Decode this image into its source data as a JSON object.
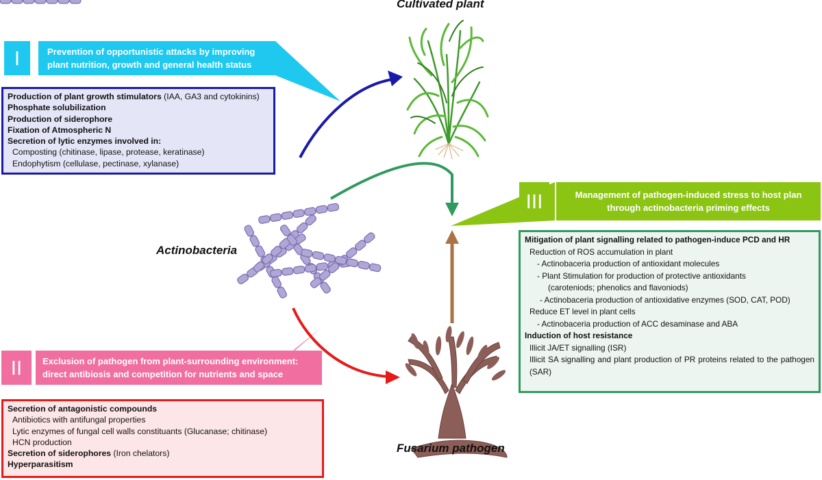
{
  "titles": {
    "plant": "Cultivated plant",
    "actino": "Actinobacteria",
    "fusarium": "Fusarium pathogen"
  },
  "section1": {
    "numeral": "I",
    "banner": [
      "Prevention of opportunistic attacks by improving",
      "plant nutrition, growth and general health status"
    ],
    "lines": [
      {
        "bold": "Production of plant growth stimulators",
        "rest": " (IAA, GA3 and cytokinins)"
      },
      {
        "bold": "Phosphate solubilization",
        "rest": ""
      },
      {
        "bold": "Production of siderophore",
        "rest": ""
      },
      {
        "bold": "Fixation of Atmospheric N",
        "rest": ""
      },
      {
        "bold": "Secretion of lytic enzymes involved in:",
        "rest": ""
      },
      {
        "bold": "",
        "rest": "Composting (chitinase, lipase, protease, keratinase)"
      },
      {
        "bold": "",
        "rest": "Endophytism (cellulase, pectinase, xylanase)"
      }
    ]
  },
  "section2": {
    "numeral": "II",
    "banner": [
      "Exclusion of pathogen from plant-surrounding environment:",
      "direct antibiosis and competition for nutrients and space"
    ],
    "lines": [
      {
        "bold": "Secretion of antagonistic compounds",
        "rest": ""
      },
      {
        "bold": "",
        "rest": "Antibiotics with antifungal properties"
      },
      {
        "bold": "",
        "rest": "Lytic enzymes of fungal cell walls constituants (Glucanase; chitinase)"
      },
      {
        "bold": "",
        "rest": "HCN production"
      },
      {
        "bold": "Secretion of siderophores",
        "rest": " (Iron chelators)"
      },
      {
        "bold": "Hyperparasitism",
        "rest": ""
      }
    ]
  },
  "section3": {
    "numeral": "III",
    "banner": [
      "Management of pathogen-induced stress to host plan",
      "through actinobacteria priming effects"
    ],
    "lines": [
      "Mitigation of plant signalling related to pathogen-induce PCD and HR",
      "Reduction of ROS accumulation in plant",
      "- Actinobaceria production of antioxidant molecules",
      "- Plant Stimulation for production of protective antioxidants",
      "(caroteniods; phenolics and flavoniods)",
      "- Actinobaceria production of antioxidative enzymes (SOD, CAT, POD)",
      "Reduce ET level in plant cells",
      "- Actinobaceria production of ACC desaminase and ABA",
      "Induction of host resistance",
      "Illicit JA/ET signalling (ISR)",
      "Illicit SA signalling and plant production of PR proteins related to the pathogen (SAR)"
    ]
  },
  "colors": {
    "cyan": "#1ec8ef",
    "blue_border": "#1a1aa8",
    "blue_fill": "#e5e5f8",
    "pink": "#f06fa0",
    "red": "#e41b1b",
    "red_fill": "#fde6e8",
    "lime": "#8cc414",
    "green_border": "#2f9a5f",
    "green_fill": "#ecf5ef",
    "arrow_blue": "#1a1aa8",
    "arrow_green": "#2f9a5f",
    "arrow_red": "#e41b1b",
    "arrow_brown": "#a87445",
    "bacteria": "#b1a7d6",
    "fungus": "#8c5e58"
  },
  "icons": [
    "plant-icon",
    "actinobacteria-icon",
    "fusarium-icon"
  ]
}
